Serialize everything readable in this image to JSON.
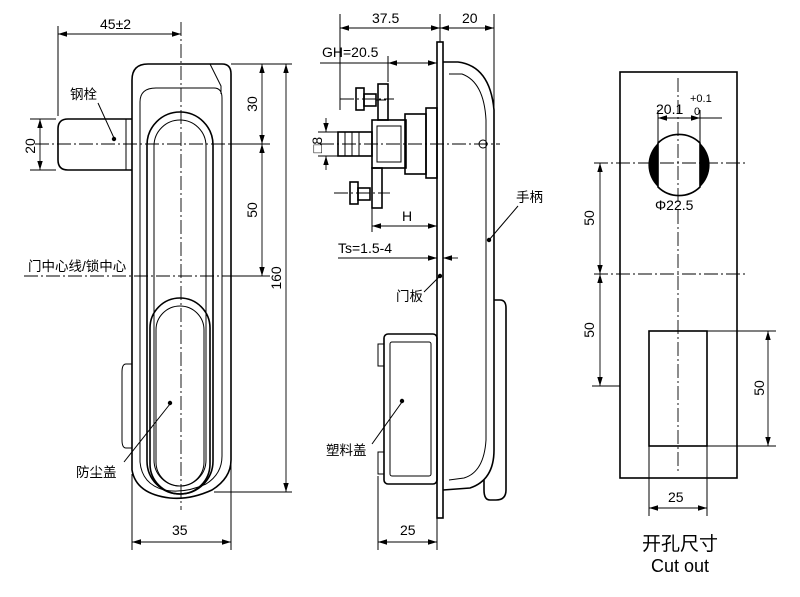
{
  "front_view": {
    "dim_width_top": "45±2",
    "dim_bolt_height": "20",
    "dim_upper": "30",
    "dim_middle": "50",
    "dim_total": "160",
    "dim_width_bottom": "35",
    "label_bolt": "钢栓",
    "label_centerline": "门中心线/锁中心",
    "label_dust_cover": "防尘盖"
  },
  "side_view": {
    "dim_top_left": "37.5",
    "dim_top_right": "20",
    "dim_gh": "GH=20.5",
    "dim_square": "□8",
    "dim_h": "H",
    "dim_ts": "Ts=1.5-4",
    "dim_bottom": "25",
    "label_handle": "手柄",
    "label_door_panel": "门板",
    "label_plastic_cover": "塑料盖"
  },
  "cutout_view": {
    "dim_hole_width": "20.1",
    "tol_upper": "+0.1",
    "tol_lower": "0",
    "dim_hole_dia": "Φ22.5",
    "dim_pitch_1": "50",
    "dim_pitch_2": "50",
    "dim_slot_height": "50",
    "dim_slot_width": "25",
    "caption_cn": "开孔尺寸",
    "caption_en": "Cut out"
  }
}
